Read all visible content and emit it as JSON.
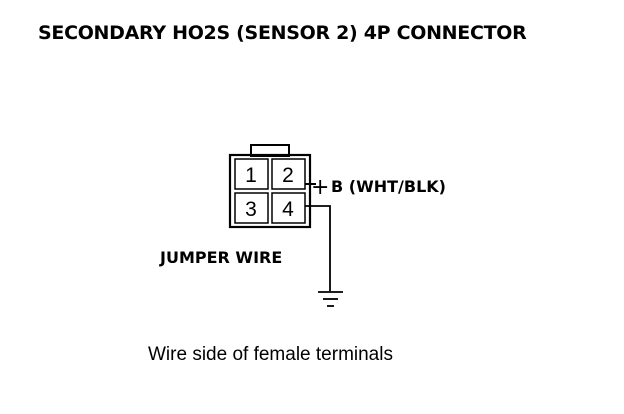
{
  "title": "SECONDARY HO2S (SENSOR 2) 4P CONNECTOR",
  "connector": {
    "pins": [
      "1",
      "2",
      "3",
      "4"
    ]
  },
  "labels": {
    "plus_symbol": "+",
    "power": "B (WHT/BLK)",
    "jumper": "JUMPER WIRE"
  },
  "caption": "Wire side of female terminals"
}
